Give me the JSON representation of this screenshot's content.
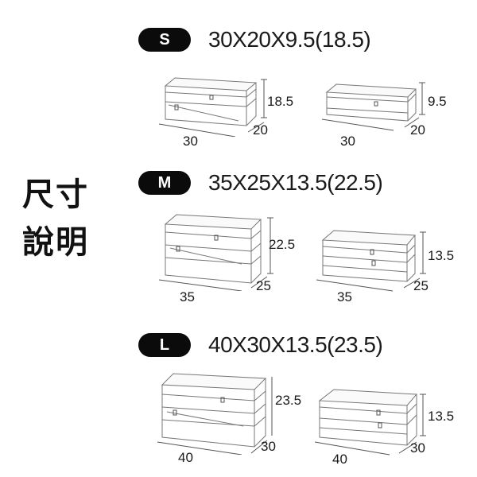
{
  "title": {
    "line1": "尺寸",
    "line2": "說明"
  },
  "sizes": [
    {
      "badge": "S",
      "dims": "30X20X9.5(18.5)",
      "expanded": {
        "width": "30",
        "depth": "20",
        "height": "18.5"
      },
      "compressed": {
        "width": "30",
        "depth": "20",
        "height": "9.5"
      }
    },
    {
      "badge": "M",
      "dims": "35X25X13.5(22.5)",
      "expanded": {
        "width": "35",
        "depth": "25",
        "height": "22.5"
      },
      "compressed": {
        "width": "35",
        "depth": "25",
        "height": "13.5"
      }
    },
    {
      "badge": "L",
      "dims": "40X30X13.5(23.5)",
      "expanded": {
        "width": "40",
        "depth": "30",
        "height": "23.5"
      },
      "compressed": {
        "width": "40",
        "depth": "30",
        "height": "13.5"
      }
    }
  ]
}
